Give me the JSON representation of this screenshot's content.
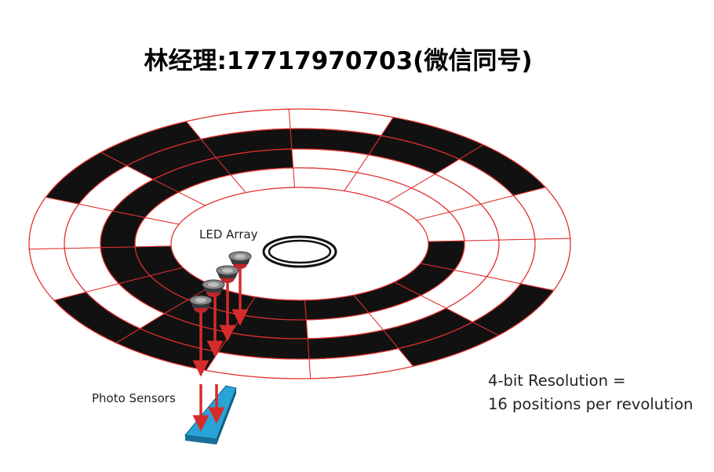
{
  "header": {
    "contact": "林经理:17717970703(微信同号)"
  },
  "diagram": {
    "led_label": "LED Array",
    "sensor_label": "Photo Sensors",
    "caption_line1": "4-bit Resolution =",
    "caption_line2": "16 positions per revolution"
  },
  "colors": {
    "track_dark": "#111111",
    "track_line": "#e03030",
    "arrow": "#d62b2b",
    "sensor": "#2aa3d6"
  }
}
